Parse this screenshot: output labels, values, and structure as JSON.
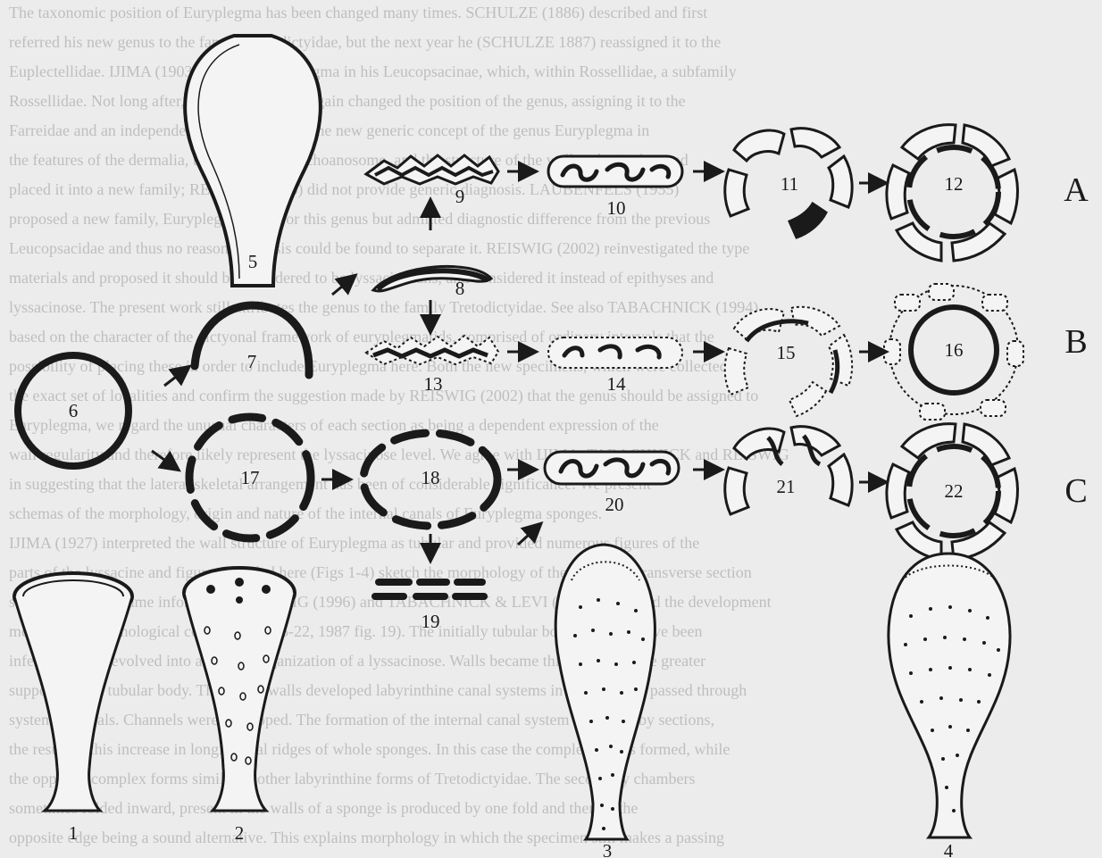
{
  "background_text": [
    "The taxonomic position of Euryplegma has been changed many times. SCHULZE (1886) described and first",
    "referred his new genus to the family Tretodictyidae, but the next year he (SCHULZE 1887) reassigned it to the",
    "Euplectellidae. IJIMA (1903) included Euryplegma in his Leucopsacinae, which, within Rossellidae, a subfamily",
    "Rossellidae. Not long after, TOPSENT (1904) again changed the position of the genus, assigning it to the",
    "Farreidae and an independent new family with the new generic concept of the genus Euryplegma in",
    "the features of the dermalia, the proportion of choanosome, and the structure of the wall and spicules, and",
    "placed it into a new family; REISWIG (1996) did not provide generic diagnosis. LAUBENFELS (1955)",
    "proposed a new family, Euryplegmatidae, for this genus but admitted diagnostic difference from the previous",
    "Leucopsacidae and thus no reasonable basis could be found to separate it. REISWIG (2002) reinvestigated the type",
    "materials and proposed it should be considered to be lyssacinosans, and considered it instead of epithyses and",
    "lyssacinose. The present work still attributes the genus to the family Tretodictyidae. See also TABACHNICK (1994)",
    "based on the character of the dictyonal framework of euryplegmatids, comprised of ordinary intervals that the",
    "possibility of placing these in order to include Euryplegma here. Both the new specimens, which were collected in",
    "the exact set of localities and confirm the suggestion made by REISWIG (2002) that the genus should be assigned to",
    "Euryplegma, we regard the unusual characters of each section as being a dependent expression of the",
    "wall regularity and therefore likely represent the lyssacinose level. We agree with IJIMA, TABACHNICK and REISWIG",
    "in suggesting that the lateral skeletal arrangement has been of considerable significance. We present",
    "schemas of the morphology, origin and nature of the internal canals of Euryplegma sponges.",
    "IJIMA (1927) interpreted the wall structure of Euryplegma as tubular and provided numerous figures of the",
    "parts of the lyssacine and figure provided here (Figs 1-4) sketch the morphology of the sponge in transverse section",
    "sections with the same information. REISWIG (1996) and TABACHNICK & LEVI (1997) discussed the development",
    "ment of the morphological complex (Figs 5-22, 1987 fig. 19). The initially tubular body seems to have been",
    "inferior but has evolved into a regular organization of a lyssacinose. Walls became thicker to provide greater",
    "support for the tubular body. Thickened walls developed labyrinthine canal systems in which water passed through",
    "system of canals. Channels were developed. The formation of the internal canal system is studied by sections,",
    "the result of this increase in longitudinal ridges of whole sponges. In this case the complex side is formed, while",
    "the opposite complex forms similar to other labyrinthine forms of Tretodictyidae. The secondary chambers",
    "sometimes folded inward, present in the walls of a sponge is produced by one fold and then of the",
    "opposite edge being a sound alternative. This explains morphology in which the specimen still makes a passing"
  ],
  "figure_labels": {
    "n1": "1",
    "n2": "2",
    "n3": "3",
    "n4": "4",
    "n5": "5",
    "n6": "6",
    "n7": "7",
    "n8": "8",
    "n9": "9",
    "n10": "10",
    "n11": "11",
    "n12": "12",
    "n13": "13",
    "n14": "14",
    "n15": "15",
    "n16": "16",
    "n17": "17",
    "n18": "18",
    "n19": "19",
    "n20": "20",
    "n21": "21",
    "n22": "22"
  },
  "row_labels": {
    "A": "A",
    "B": "B",
    "C": "C"
  },
  "colors": {
    "ink": "#1a1a1a",
    "paper": "#ececec",
    "faint_text": "#9a9a9a"
  }
}
